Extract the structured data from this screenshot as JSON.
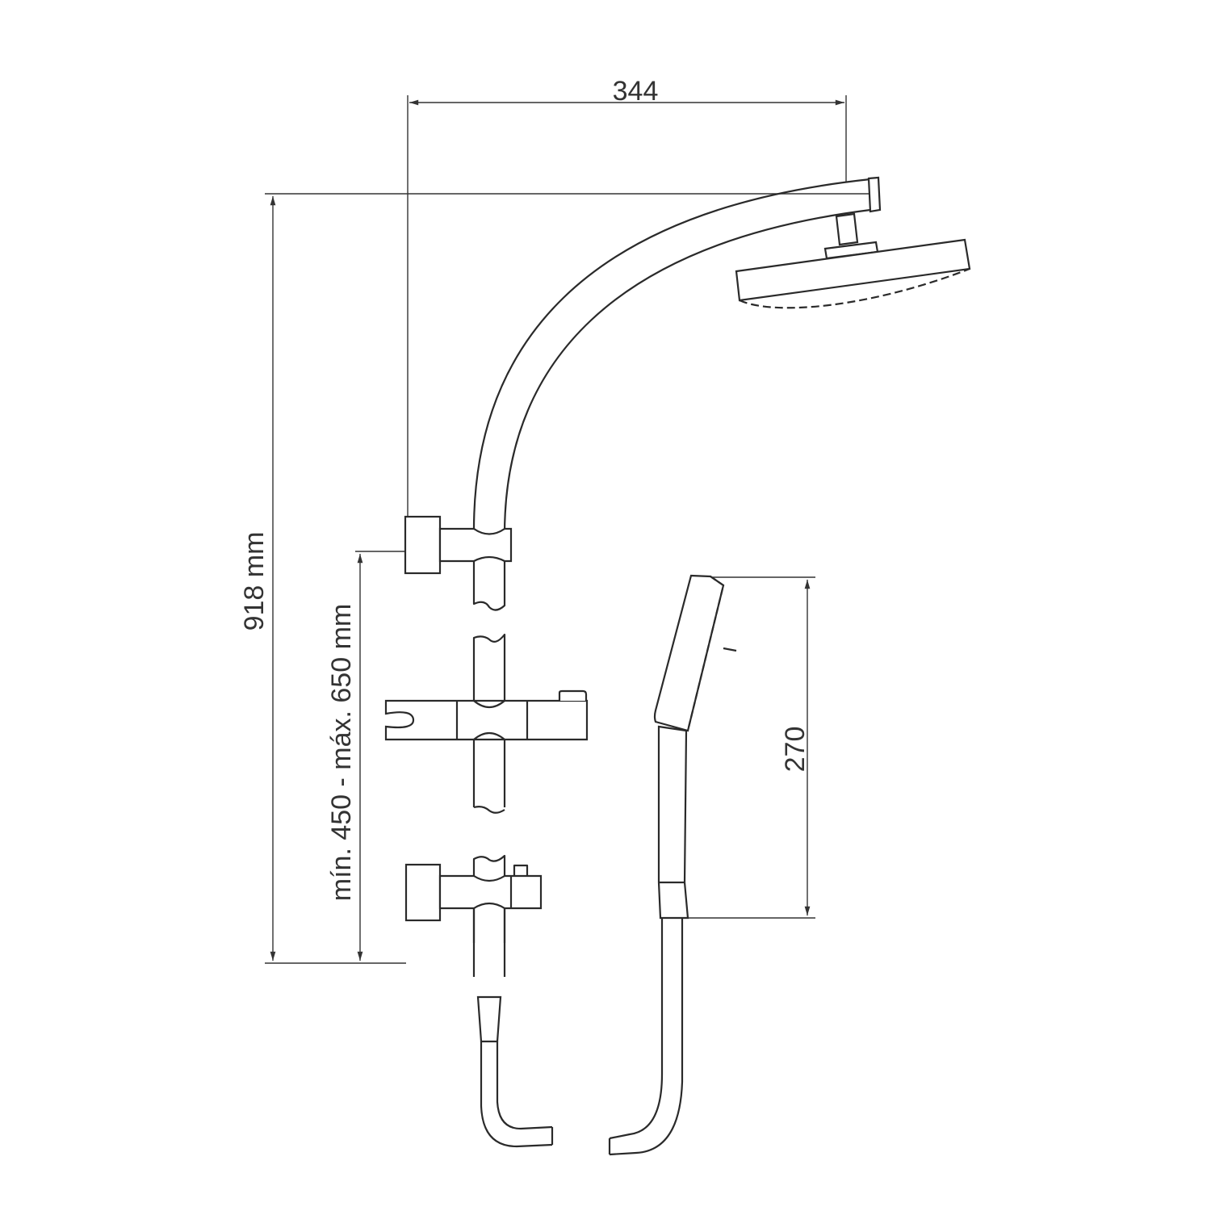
{
  "dimensions": {
    "arm_projection": "344",
    "total_height": "918 mm",
    "bracket_spacing": "mín. 450 - máx. 650 mm",
    "hand_shower_length": "270"
  },
  "colors": {
    "line": "#2a2a2a",
    "background": "#ffffff"
  }
}
